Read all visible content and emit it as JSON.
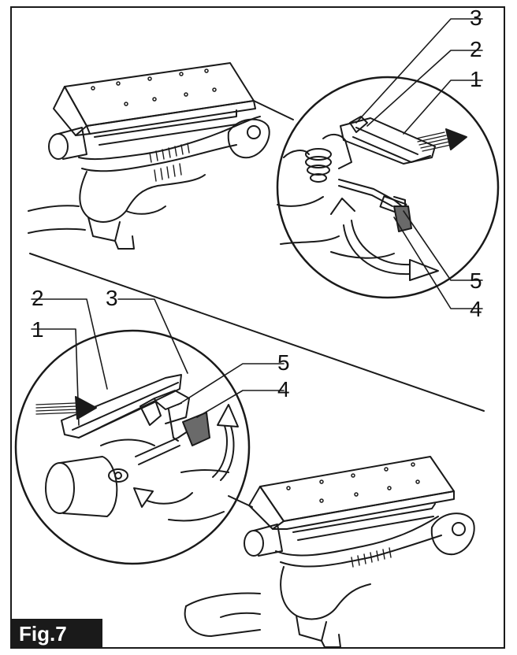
{
  "figure_label": "Fig.7",
  "callouts_top": [
    "3",
    "2",
    "1",
    "5",
    "4"
  ],
  "callouts_bottom": [
    "2",
    "3",
    "1",
    "5",
    "4"
  ],
  "colors": {
    "line": "#1a1a1a",
    "label_bg": "#1a1a1a",
    "label_text": "#ffffff",
    "background": "#ffffff"
  }
}
